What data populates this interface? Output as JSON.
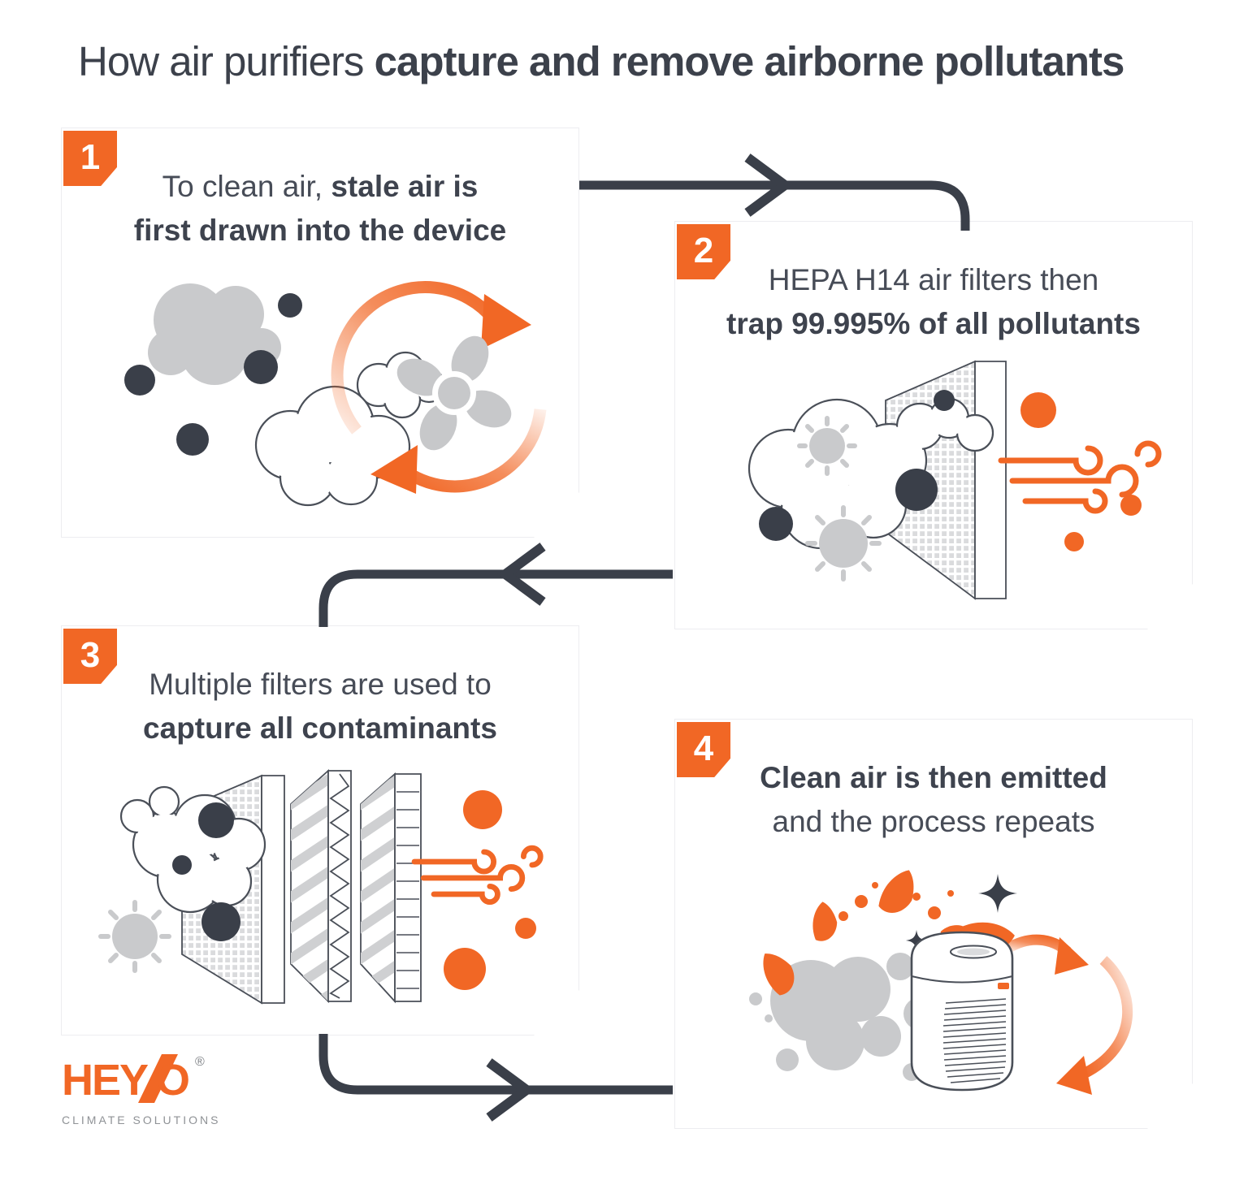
{
  "title": {
    "light": "How air purifiers ",
    "bold": "capture and remove airborne pollutants"
  },
  "steps": [
    {
      "number": "1",
      "line1_regular": "To clean air, ",
      "line1_bold": "stale air is",
      "line2_regular": "",
      "line2_bold": "first drawn into the device",
      "illustration": "smoke-cloud-and-fan"
    },
    {
      "number": "2",
      "line1_regular": "HEPA H14 air filters then",
      "line1_bold": "",
      "line2_regular": "",
      "line2_bold": "trap 99.995% of all pollutants",
      "illustration": "hepa-filter-trapping-pollutants"
    },
    {
      "number": "3",
      "line1_regular": "Multiple filters are used to",
      "line1_bold": "",
      "line2_regular": "",
      "line2_bold": "capture all contaminants",
      "illustration": "multi-stage-filter-stack"
    },
    {
      "number": "4",
      "line1_regular": "",
      "line1_bold": "Clean air is then emitted",
      "line2_regular": "and the process repeats",
      "line2_bold": "",
      "illustration": "air-purifier-emitting-clean-air"
    }
  ],
  "logo": {
    "brand_hey": "HEY",
    "brand_o": "O",
    "registered": "®",
    "tagline": "CLIMATE SOLUTIONS"
  },
  "colors": {
    "orange": "#F16725",
    "charcoal": "#3C414B",
    "arrow": "#3A3F49",
    "gray": "#C9CACC"
  }
}
